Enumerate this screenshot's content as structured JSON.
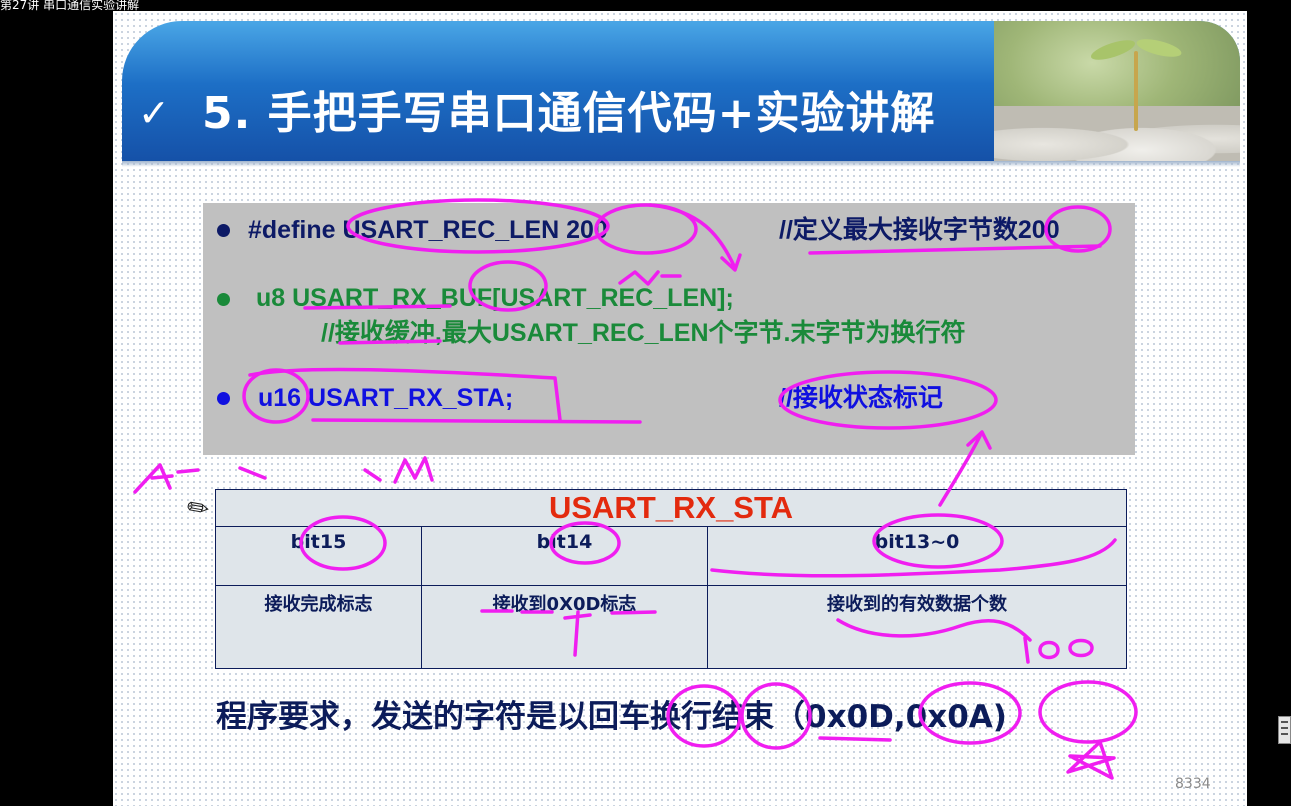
{
  "window": {
    "title": "第27讲 串口通信实验讲解"
  },
  "slide": {
    "check_glyph": "✓",
    "title": "5. 手把手写串口通信代码+实验讲解",
    "code": [
      {
        "text": "#define USART_REC_LEN  200",
        "comment": "//定义最大接收字节数200"
      },
      {
        "text": "u8  USART_RX_BUF[USART_REC_LEN];",
        "comment": "//接收缓冲,最大USART_REC_LEN个字节.末字节为换行符"
      },
      {
        "text": "u16 USART_RX_STA;",
        "comment": "//接收状态标记"
      }
    ],
    "table": {
      "title": "USART_RX_STA",
      "headers": [
        "bit15",
        "bit14",
        "bit13~0"
      ],
      "descriptions": [
        "接收完成标志",
        "接收到0X0D标志",
        "接收到的有效数据个数"
      ]
    },
    "requirement": "程序要求，发送的字符是以回车换行结束（0x0D,0x0A)"
  },
  "watermark": {
    "text": "8334"
  },
  "colors": {
    "header_blue": "#1d6fc6",
    "code_dark": "#0d1a66",
    "code_green": "#1a8a3a",
    "code_blue": "#1010e0",
    "table_title_red": "#e32a0e",
    "annotation_magenta": "#f01ef0"
  }
}
